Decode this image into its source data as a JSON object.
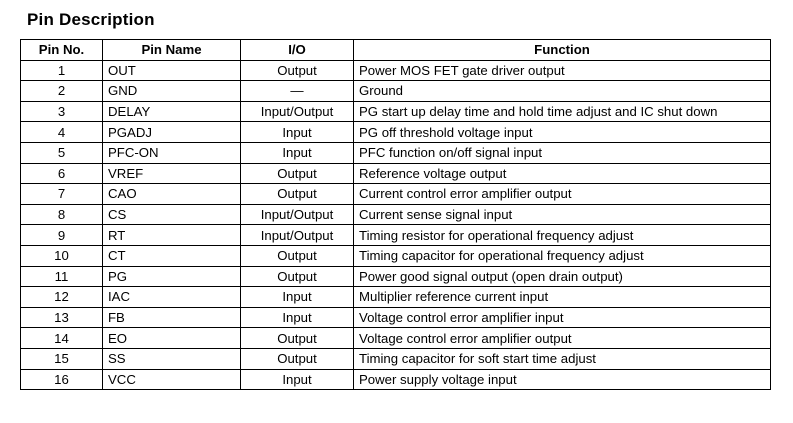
{
  "title": "Pin Description",
  "headers": [
    "Pin No.",
    "Pin Name",
    "I/O",
    "Function"
  ],
  "rows": [
    [
      "1",
      "OUT",
      "Output",
      "Power MOS FET gate driver output"
    ],
    [
      "2",
      "GND",
      "—",
      "Ground"
    ],
    [
      "3",
      "DELAY",
      "Input/Output",
      "PG start up delay time and hold time adjust and IC shut down"
    ],
    [
      "4",
      "PGADJ",
      "Input",
      "PG off threshold voltage input"
    ],
    [
      "5",
      "PFC-ON",
      "Input",
      "PFC function on/off signal input"
    ],
    [
      "6",
      "VREF",
      "Output",
      "Reference voltage output"
    ],
    [
      "7",
      "CAO",
      "Output",
      "Current control error amplifier output"
    ],
    [
      "8",
      "CS",
      "Input/Output",
      "Current sense signal input"
    ],
    [
      "9",
      "RT",
      "Input/Output",
      "Timing resistor for operational frequency adjust"
    ],
    [
      "10",
      "CT",
      "Output",
      "Timing capacitor for operational frequency adjust"
    ],
    [
      "11",
      "PG",
      "Output",
      "Power good signal output (open drain output)"
    ],
    [
      "12",
      "IAC",
      "Input",
      "Multiplier reference current input"
    ],
    [
      "13",
      "FB",
      "Input",
      "Voltage control error amplifier input"
    ],
    [
      "14",
      "EO",
      "Output",
      "Voltage control error amplifier output"
    ],
    [
      "15",
      "SS",
      "Output",
      "Timing capacitor for soft start time adjust"
    ],
    [
      "16",
      "VCC",
      "Input",
      "Power supply voltage input"
    ]
  ]
}
